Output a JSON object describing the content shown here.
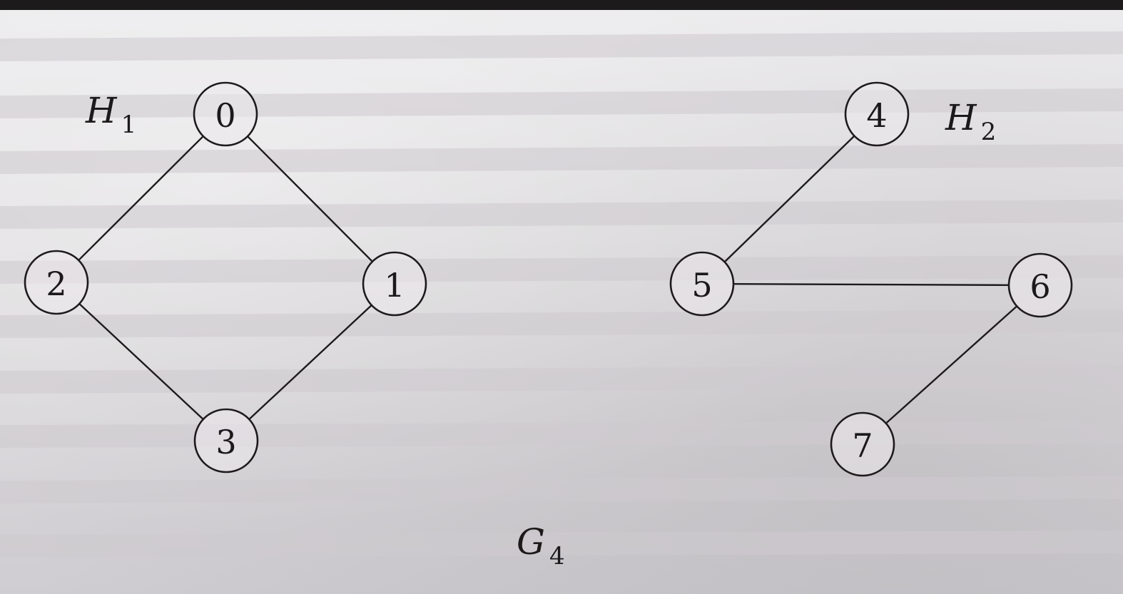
{
  "figure": {
    "caption": {
      "main": "G",
      "sub": "4"
    },
    "subgraph_labels": [
      {
        "id": "H1",
        "main": "H",
        "sub": "1"
      },
      {
        "id": "H2",
        "main": "H",
        "sub": "2"
      }
    ]
  },
  "nodes": [
    {
      "id": "0",
      "label": "0"
    },
    {
      "id": "1",
      "label": "1"
    },
    {
      "id": "2",
      "label": "2"
    },
    {
      "id": "3",
      "label": "3"
    },
    {
      "id": "4",
      "label": "4"
    },
    {
      "id": "5",
      "label": "5"
    },
    {
      "id": "6",
      "label": "6"
    },
    {
      "id": "7",
      "label": "7"
    }
  ],
  "edges": [
    [
      "0",
      "2"
    ],
    [
      "0",
      "1"
    ],
    [
      "2",
      "3"
    ],
    [
      "1",
      "3"
    ],
    [
      "4",
      "5"
    ],
    [
      "5",
      "6"
    ],
    [
      "6",
      "7"
    ]
  ]
}
